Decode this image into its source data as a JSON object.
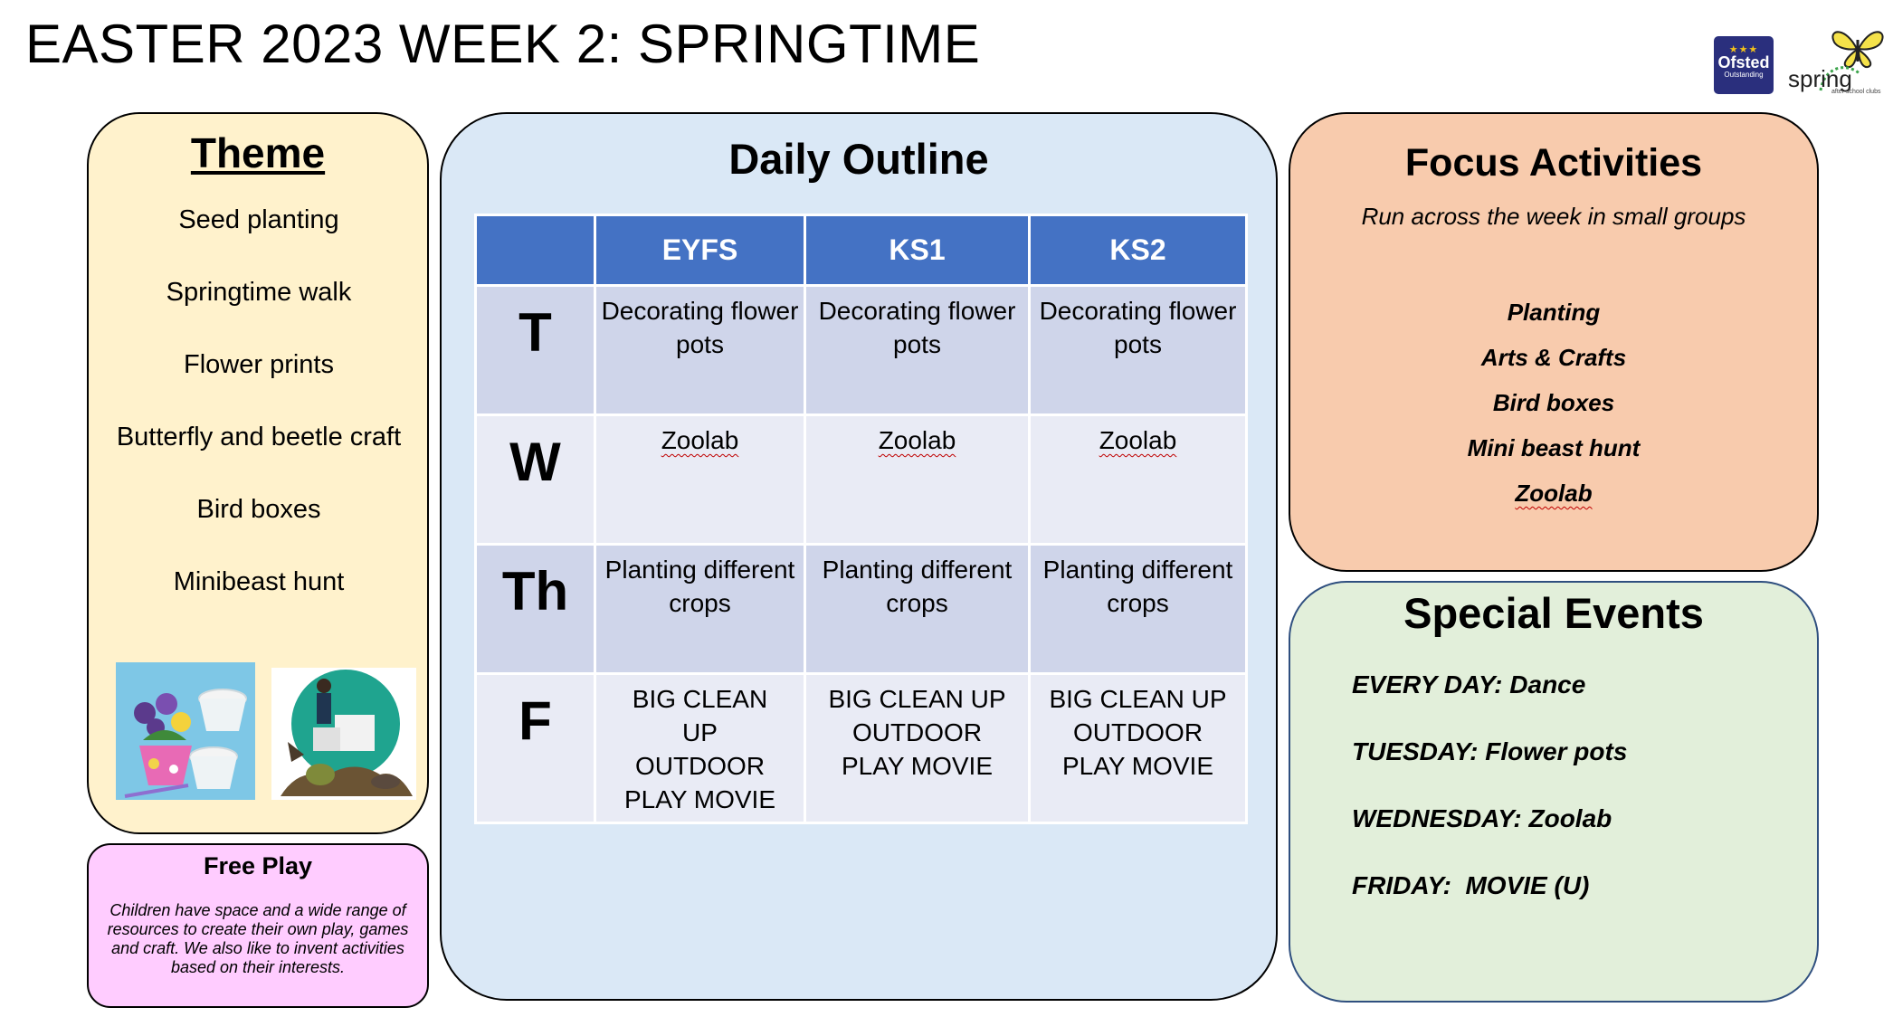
{
  "page": {
    "title": "EASTER 2023 WEEK 2: SPRINGTIME"
  },
  "logos": {
    "ofsted_name": "Ofsted",
    "ofsted_rating": "Outstanding",
    "spring_name": "spring",
    "spring_tagline": "after school clubs"
  },
  "theme": {
    "heading": "Theme",
    "items": [
      "Seed planting",
      "Springtime walk",
      "Flower prints",
      "Butterfly and beetle craft",
      "Bird boxes",
      "Minibeast hunt"
    ]
  },
  "free_play": {
    "heading": "Free Play",
    "body": "Children have space and a wide range of resources to create their own play, games and craft. We also like to invent activities based on their interests."
  },
  "daily_outline": {
    "heading": "Daily Outline",
    "columns": [
      "",
      "EYFS",
      "KS1",
      "KS2"
    ],
    "rows": [
      {
        "day": "T",
        "cells": [
          "Decorating flower pots",
          "Decorating flower pots",
          "Decorating flower pots"
        ]
      },
      {
        "day": "W",
        "cells": [
          "Zoolab",
          "Zoolab",
          "Zoolab"
        ]
      },
      {
        "day": "Th",
        "cells": [
          "Planting different crops",
          "Planting different crops",
          "Planting different crops"
        ]
      },
      {
        "day": "F",
        "cells": [
          "BIG CLEAN UP OUTDOOR PLAY MOVIE",
          "BIG CLEAN UP OUTDOOR PLAY MOVIE",
          "BIG CLEAN UP OUTDOOR PLAY MOVIE"
        ]
      }
    ]
  },
  "focus": {
    "heading": "Focus Activities",
    "subtitle": "Run across the week in small groups",
    "items": [
      "Planting",
      "Arts & Crafts",
      "Bird boxes",
      "Mini beast hunt",
      "Zoolab"
    ]
  },
  "special_events": {
    "heading": "Special Events",
    "items": [
      "EVERY DAY: Dance",
      "TUESDAY: Flower pots",
      "WEDNESDAY: Zoolab",
      "FRIDAY:  MOVIE (U)"
    ]
  },
  "colors": {
    "theme_bg": "#fff2cc",
    "free_play_bg": "#ffccff",
    "daily_bg": "#dae8f6",
    "focus_bg": "#f8cbad",
    "special_bg": "#e2efda",
    "table_header": "#4472c4",
    "ofsted_navy": "#2a2f7d"
  },
  "icons": [
    "butterfly-icon"
  ]
}
